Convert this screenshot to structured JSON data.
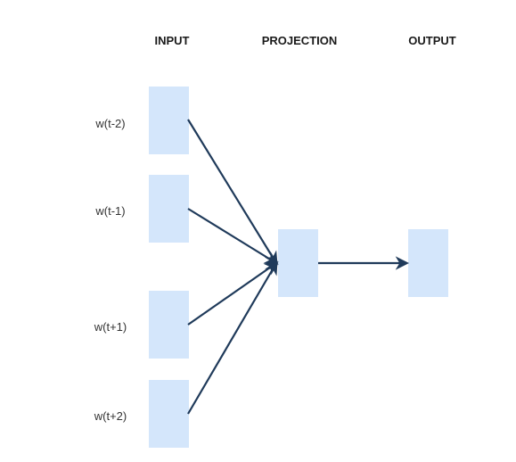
{
  "headers": {
    "input": "INPUT",
    "projection": "PROJECTION",
    "output": "OUTPUT"
  },
  "input_words": [
    "w(t-2)",
    "w(t-1)",
    "w(t+1)",
    "w(t+2)"
  ],
  "colors": {
    "box_fill": "#d4e6fb",
    "arrow": "#1f3a5a",
    "text": "#1a1a1a"
  }
}
